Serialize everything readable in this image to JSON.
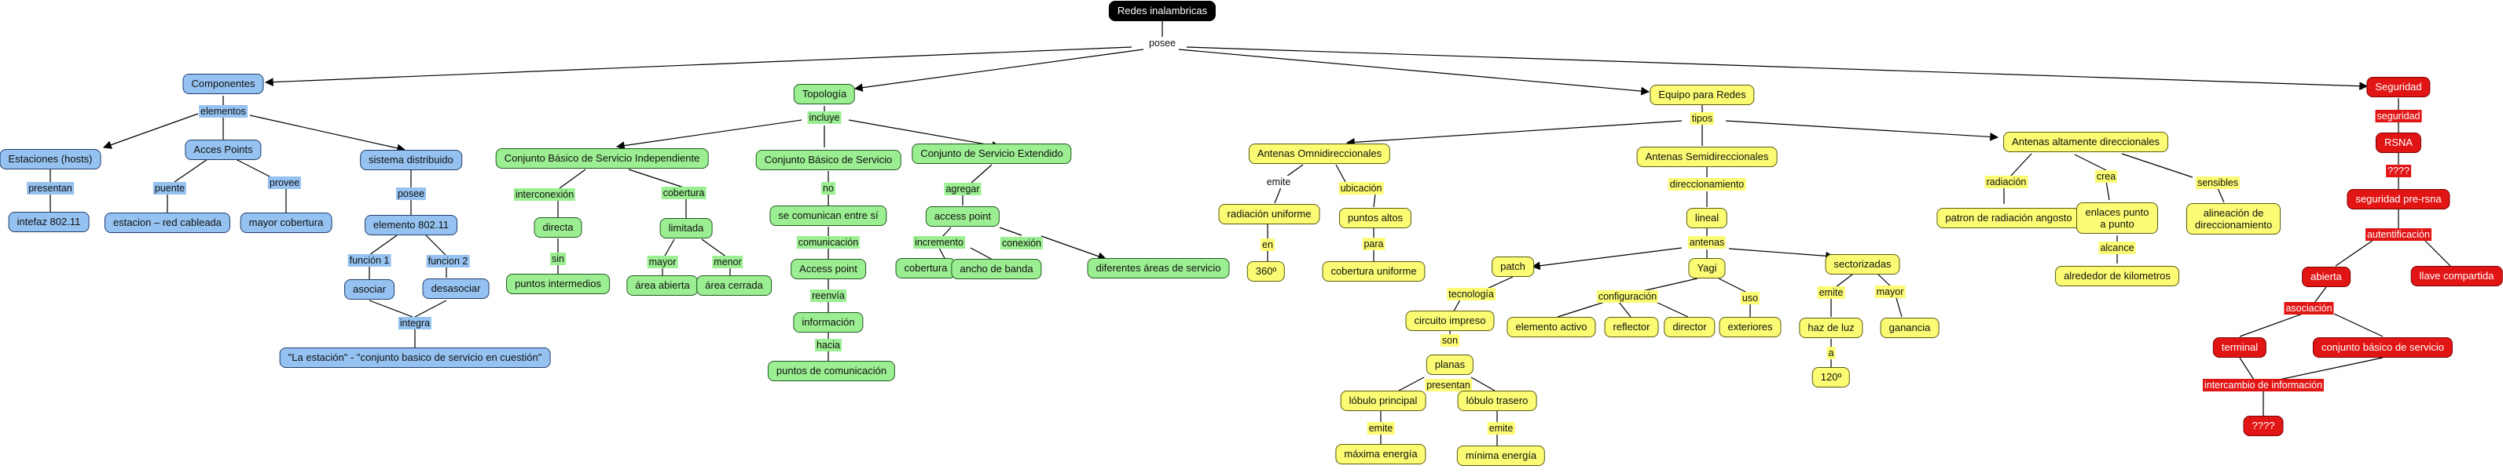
{
  "diagram": {
    "root": "Redes inalambricas",
    "root_link": "posee",
    "componentes": {
      "title": "Componentes",
      "link": "elementos",
      "estaciones": "Estaciones (hosts)",
      "presentan": "presentan",
      "intefaz": "intefaz 802.11",
      "acces_points": "Acces Points",
      "puente": "puente",
      "estacion_red": "estacion – red cableada",
      "provee": "provee",
      "mayor_cobertura": "mayor cobertura",
      "sistema_distribuido": "sistema distribuido",
      "posee": "posee",
      "elemento_802": "elemento 802.11",
      "funcion1": "función 1",
      "funcion2": "funcion 2",
      "asociar": "asociar",
      "desasociar": "desasociar",
      "integra": "integra",
      "la_estacion": "\"La estación\" - \"conjunto basico de servicio en cuestión\""
    },
    "topologia": {
      "title": "Topología",
      "incluye": "incluye",
      "cbsi": "Conjunto Básico de Servicio Independiente",
      "interconexion": "interconexión",
      "directa": "directa",
      "sin": "sin",
      "puntos_intermedios": "puntos intermedios",
      "cobertura_label": "cobertura",
      "limitada": "limitada",
      "mayor": "mayor",
      "menor": "menor",
      "area_abierta": "área abierta",
      "area_cerrada": "área cerrada",
      "cbs": "Conjunto Básico de Servicio",
      "no": "no",
      "se_comunican": "se comunican entre sí",
      "comunicacion": "comunicación",
      "access_point_node": "Access point",
      "reenvia": "reenvía",
      "informacion": "información",
      "hacia": "hacia",
      "puntos_comunicacion": "puntos de comunicación",
      "cse": "Conjunto de Servicio Extendido",
      "agregar": "agregar",
      "access_point_lower": "access point",
      "incremento": "incremento",
      "conexion": "conexión",
      "cobertura_node": "cobertura",
      "ancho_banda": "ancho de banda",
      "diferentes_areas": "diferentes áreas de servicio"
    },
    "equipo": {
      "title": "Equipo para Redes",
      "tipos": "tipos",
      "omni": "Antenas Omnidireccionales",
      "emite": "emite",
      "radiacion_uniforme": "radiación uniforme",
      "en": "en",
      "deg360": "360º",
      "ubicacion": "ubicación",
      "puntos_altos": "puntos altos",
      "para": "para",
      "cobertura_uniforme": "cobertura uniforme",
      "semi": "Antenas Semidireccionales",
      "direccionamiento": "direccionamiento",
      "lineal": "lineal",
      "antenas": "antenas",
      "patch": "patch",
      "tecnologia": "tecnología",
      "circuito_impreso": "circuito impreso",
      "son": "son",
      "planas": "planas",
      "presentan": "presentan",
      "lobulo_principal": "lóbulo principal",
      "lobulo_trasero": "lóbulo trasero",
      "emite_a": "emite",
      "emite_b": "emite",
      "maxima_energia": "máxima energía",
      "minima_energia": "mínima energía",
      "yagi": "Yagi",
      "configuracion": "configuración",
      "uso": "uso",
      "elemento_activo": "elemento activo",
      "reflector": "reflector",
      "director": "director",
      "exteriores": "exteriores",
      "sectorizadas": "sectorizadas",
      "emite_c": "emite",
      "mayor": "mayor",
      "haz_luz": "haz de luz",
      "a": "a",
      "deg120": "120º",
      "ganancia": "ganancia",
      "altamente": "Antenas altamente direccionales",
      "radiacion": "radiación",
      "patron": "patron de radiación angosto",
      "crea": "crea",
      "enlaces": "enlaces punto a punto",
      "alcance": "alcance",
      "alrededor": "alrededor de kilometros",
      "sensibles": "sensibles",
      "alineacion": "alineación de direccionamiento"
    },
    "seguridad": {
      "title": "Seguridad",
      "seguridad_label": "seguridad",
      "rsna": "RSNA",
      "q4": "????",
      "pre_rsna": "seguridad pre-rsna",
      "autentificacion": "autentificación",
      "abierta": "abierta",
      "llave": "llave compartida",
      "asociacion": "asociación",
      "terminal": "terminal",
      "cbs_lower": "conjunto básico de servicio",
      "intercambio": "intercambio de información",
      "q4b": "????"
    }
  },
  "colors": {
    "root": "#000000",
    "componentes": "#95c2f0",
    "topologia": "#9cee92",
    "equipo": "#fbfb74",
    "seguridad": "#e21515"
  }
}
